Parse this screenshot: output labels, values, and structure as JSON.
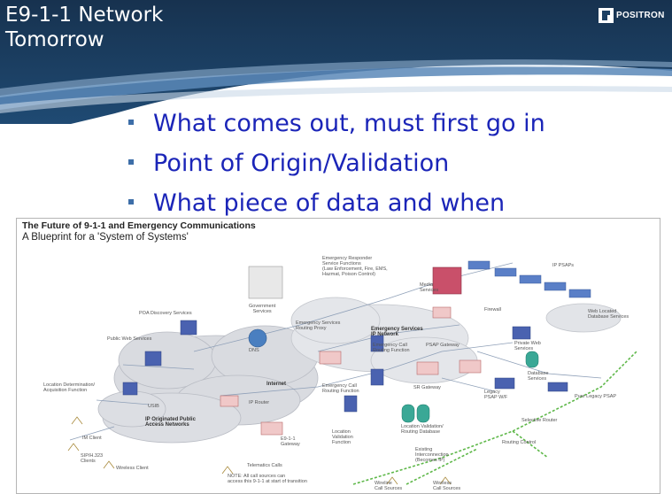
{
  "header": {
    "title": "E9-1-1 Network\nTomorrow",
    "logo_text": "POSITRON"
  },
  "bullets": [
    "What comes out, must first go in",
    "Point of Origin/Validation",
    "What piece of data and when"
  ],
  "diagram": {
    "title": "The Future of 9-1-1 and Emergency Communications",
    "subtitle": "A Blueprint for a 'System of Systems'",
    "labels": {
      "emergency_responder": "Emergency Responder\nService Functions\n(Law Enforcement, Fire, EMS,\nHazmat, Poison Control)",
      "ip_psaps": "IP PSAPs",
      "media_services": "Media\nServices",
      "firewall": "Firewall",
      "government_services": "Government\nServices",
      "web_located_db": "Web Located\nDatabase Services",
      "poa_discovery": "POA Discovery Services",
      "es_routing_proxy": "Emergency Services\nRouting Proxy",
      "es_ip_network": "Emergency Services\nIP Network",
      "public_web": "Public Web Services",
      "dns": "DNS",
      "ecrf": "Emergency Call\nRouting Function",
      "psap_gateway": "PSAP Gateway",
      "private_web": "Private Web\nServices",
      "internet": "Internet",
      "sr_gateway": "SR Gateway",
      "database_services": "Database\nServices",
      "location_determination": "Location Determination/\nAcquisition Function",
      "emergency_call_routing": "Emergency Call\nRouting Function",
      "legacy_psap_w": "Legacy\nPSAP W/F",
      "pure_legacy_psap": "Pure Legacy PSAP",
      "ip_router": "IP Router",
      "usib": "USIB",
      "ip_public_access": "IP Originated Public\nAccess Networks",
      "location_validation_db": "Location Validation/\nRouting Database",
      "selective_router": "Selective Router",
      "e911_gateway": "E9-1-1\nGateway",
      "lvf": "Location\nValidation\nFunction",
      "routing_control": "Routing Control",
      "im_client": "IM Client",
      "sip_h323": "SIP/H.323\nClients",
      "existing_interconnection": "Existing\nInterconnection\n(Becomes IP)",
      "wireless_client": "Wireless Client",
      "telematics": "Telematics Calls",
      "note": "NOTE: All call sources can\naccess this 9-1-1 at start of transition",
      "wireline": "Wireline\nCall Sources",
      "wireless": "Wireless\nCall Sources"
    }
  }
}
